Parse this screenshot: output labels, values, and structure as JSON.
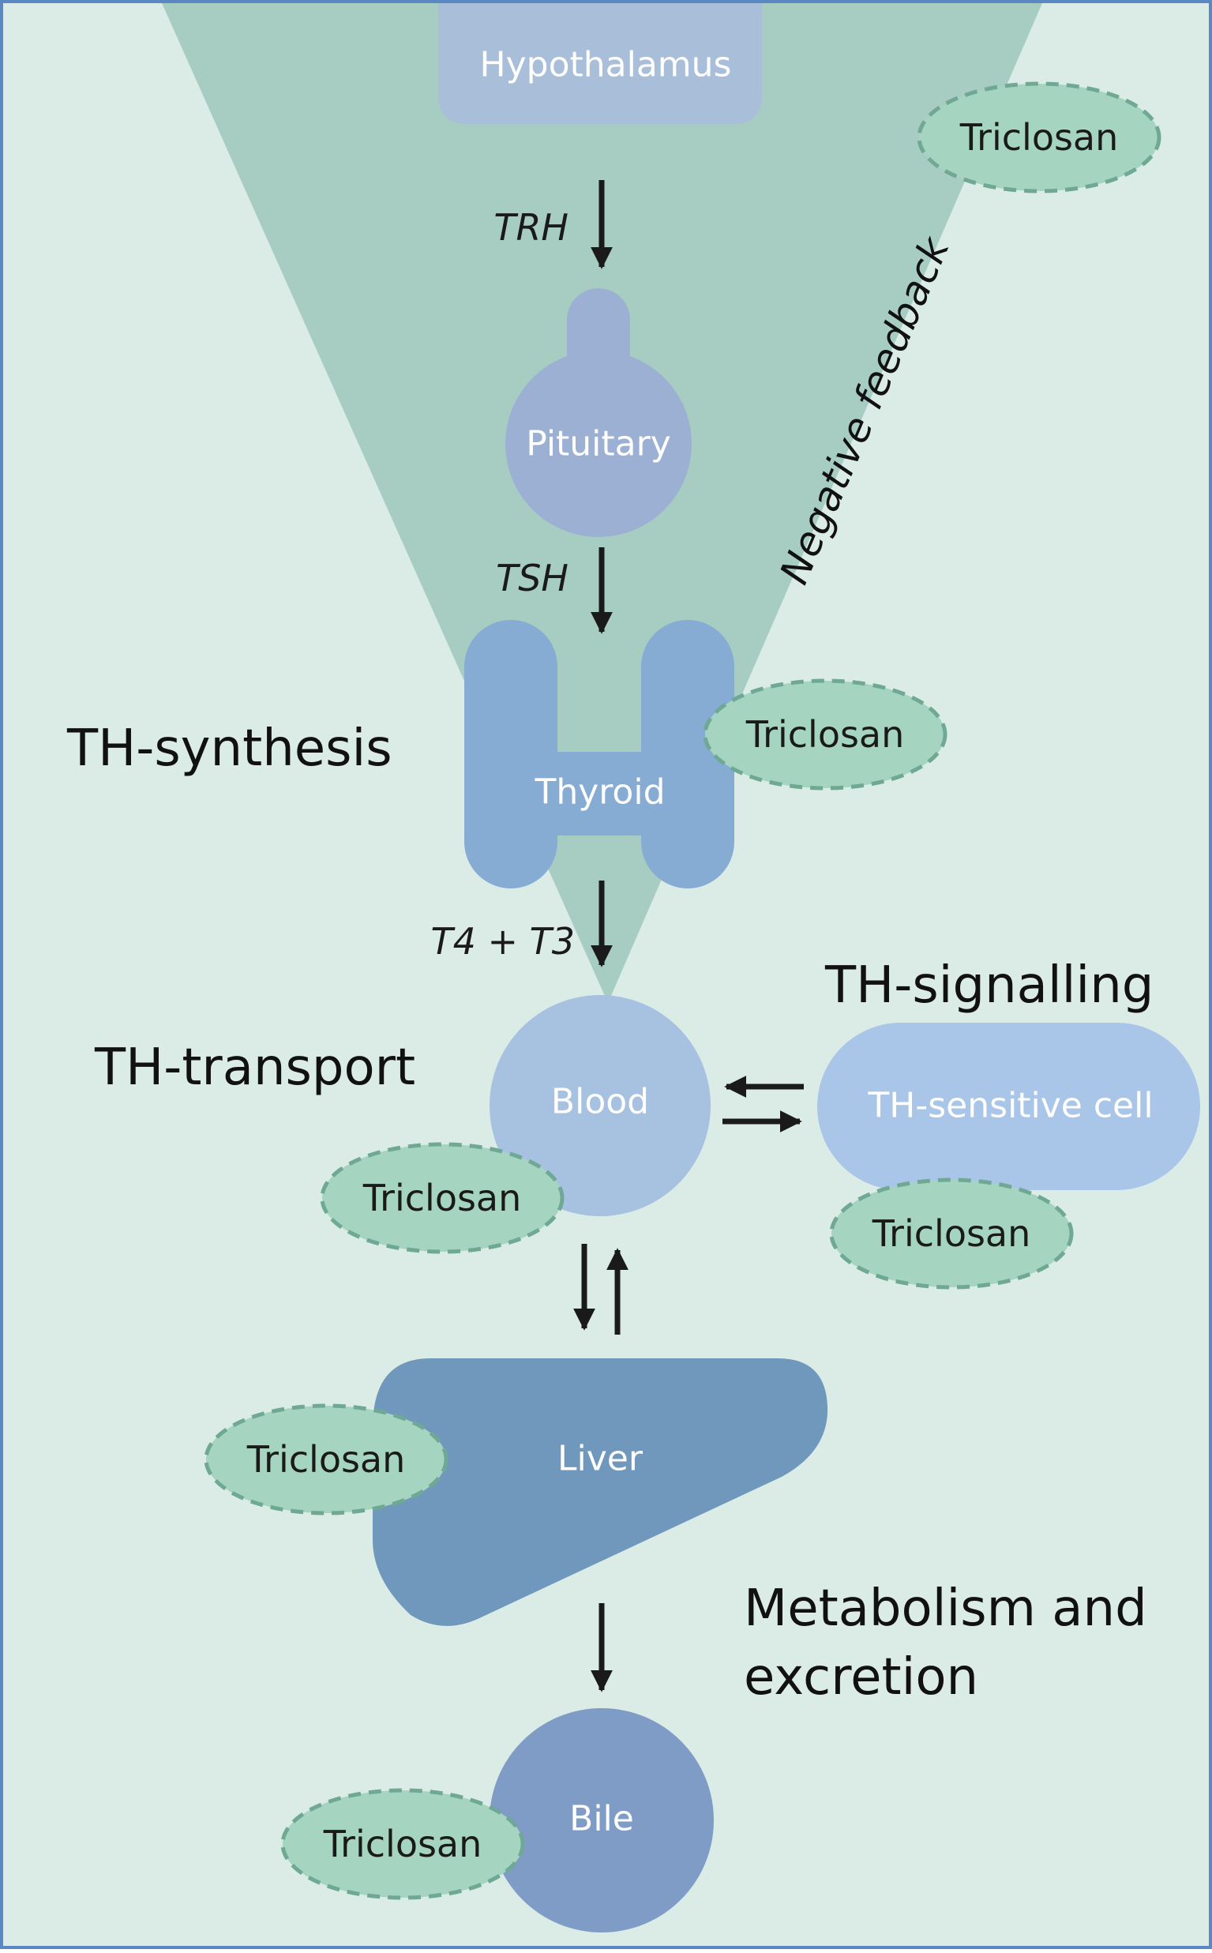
{
  "colors": {
    "background": "#dbece6",
    "border": "#5b88c2",
    "feedback_cone": "#9dc7bb",
    "hypothalamus": "#a9bfd9",
    "pituitary": "#9cb0d4",
    "thyroid": "#86acd4",
    "blood": "#a7c2e0",
    "th_sensitive_cell": "#a9c6e8",
    "liver": "#7098bc",
    "bile": "#7f9cc6",
    "triclosan": "#a5d4c0",
    "arrow": "#1a1a1a"
  },
  "organs": {
    "hypothalamus": "Hypothalamus",
    "pituitary": "Pituitary",
    "thyroid": "Thyroid",
    "blood": "Blood",
    "th_sensitive_cell": "TH-sensitive cell",
    "liver": "Liver",
    "bile": "Bile"
  },
  "hormones": {
    "trh": "TRH",
    "tsh": "TSH",
    "t4_t3": "T4 + T3"
  },
  "feedback_label": "Negative feedback",
  "sections": {
    "synthesis": "TH-synthesis",
    "transport": "TH-transport",
    "signalling": "TH-signalling",
    "metabolism_line1": "Metabolism and",
    "metabolism_line2": "excretion"
  },
  "triclosan": {
    "label": "Triclosan"
  }
}
